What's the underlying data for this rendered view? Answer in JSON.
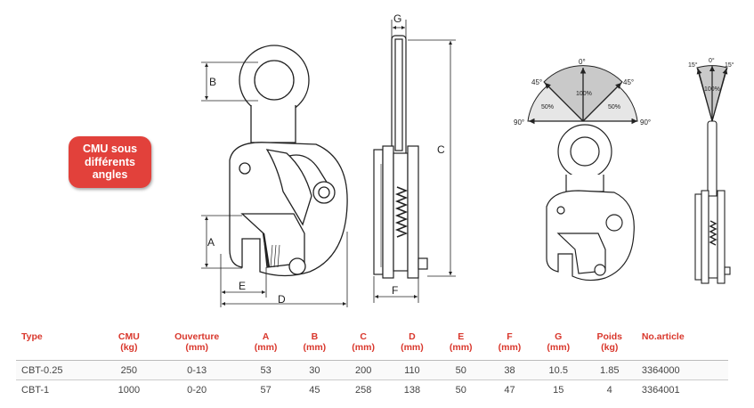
{
  "badge": {
    "line1": "CMU sous",
    "line2": "différents",
    "line3": "angles"
  },
  "dimensions": {
    "a": "A",
    "b": "B",
    "c": "C",
    "d": "D",
    "e": "E",
    "f": "F",
    "g": "G"
  },
  "angles": {
    "zero": "0°",
    "left45": "45°",
    "right45": "45°",
    "left90": "90°",
    "right90": "90°",
    "center_pct": "100%",
    "left_pct": "50%",
    "right_pct": "50%",
    "left15": "15°",
    "right15": "15°",
    "zero_small": "0°",
    "small_pct": "100%"
  },
  "table": {
    "headers": [
      {
        "l1": "Type",
        "l2": ""
      },
      {
        "l1": "CMU",
        "l2": "(kg)"
      },
      {
        "l1": "Ouverture",
        "l2": "(mm)"
      },
      {
        "l1": "A",
        "l2": "(mm)"
      },
      {
        "l1": "B",
        "l2": "(mm)"
      },
      {
        "l1": "C",
        "l2": "(mm)"
      },
      {
        "l1": "D",
        "l2": "(mm)"
      },
      {
        "l1": "E",
        "l2": "(mm)"
      },
      {
        "l1": "F",
        "l2": "(mm)"
      },
      {
        "l1": "G",
        "l2": "(mm)"
      },
      {
        "l1": "Poids",
        "l2": "(kg)"
      },
      {
        "l1": "No.article",
        "l2": ""
      }
    ],
    "rows": [
      [
        "CBT-0.25",
        "250",
        "0-13",
        "53",
        "30",
        "200",
        "110",
        "50",
        "38",
        "10.5",
        "1.85",
        "3364000"
      ],
      [
        "CBT-1",
        "1000",
        "0-20",
        "57",
        "45",
        "258",
        "138",
        "50",
        "47",
        "15",
        "4",
        "3364001"
      ]
    ]
  },
  "colors": {
    "accent": "#e2413b",
    "header_text": "#d9372c",
    "fan_fill": "#c9c9c9",
    "fan_side": "#e6e6e6"
  }
}
